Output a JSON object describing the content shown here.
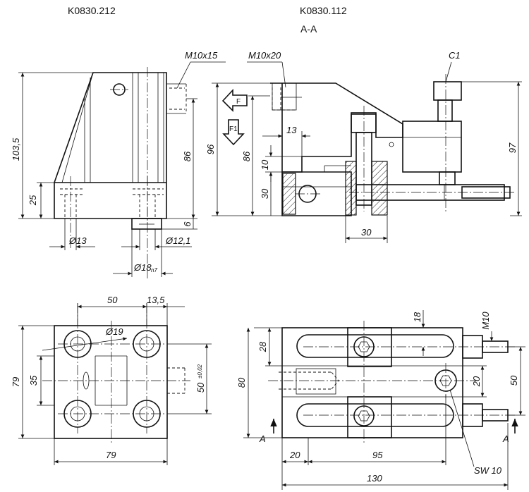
{
  "headers": {
    "left_title": "K0830.212",
    "right_title": "K0830.112",
    "section_label": "A-A"
  },
  "side_view": {
    "thread_label": "M10x15",
    "dim_height_total": "103,5",
    "dim_base_height": "25",
    "dim_86": "86",
    "dim_6": "6",
    "dim_hole": "Ø13",
    "dim_bore": "Ø12,1",
    "dim_pin": "Ø18",
    "dim_pin_tol": "n7"
  },
  "section_view": {
    "thread_label": "M10x20",
    "chamfer_label": "C1",
    "force_F": "F",
    "force_F1": "F1",
    "dim_96": "96",
    "dim_86": "86",
    "dim_13": "13",
    "dim_10": "10",
    "dim_30_v": "30",
    "dim_30_h": "30",
    "dim_97": "97"
  },
  "plan_left": {
    "dim_50_top": "50",
    "dim_13_5": "13,5",
    "dim_hole": "Ø19",
    "dim_79_v": "79",
    "dim_35": "35",
    "dim_50_tol": "50",
    "dim_50_tol_sup": "±0,02",
    "dim_79_h": "79"
  },
  "plan_right": {
    "dim_18": "18",
    "thread_M10": "M10",
    "dim_28": "28",
    "dim_80": "80",
    "dim_20_v": "20",
    "dim_50_v": "50",
    "section_A_left": "A",
    "section_A_right": "A",
    "dim_20_h": "20",
    "dim_95": "95",
    "dim_130": "130",
    "wrench_label": "SW 10"
  }
}
